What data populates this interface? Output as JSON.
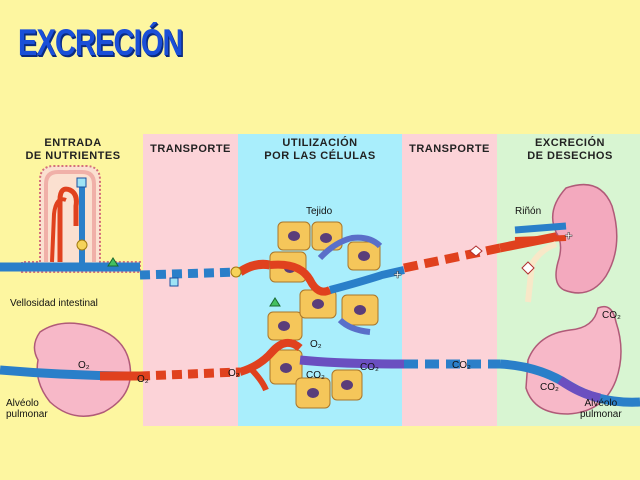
{
  "title": "EXCRECIÓN",
  "columns": {
    "entrada": "ENTRADA\nDE NUTRIENTES",
    "transporte_1": "TRANSPORTE",
    "utilizacion": "UTILIZACIÓN\nPOR LAS CÉLULAS",
    "transporte_2": "TRANSPORTE",
    "excrecion": "EXCRECIÓN\nDE DESECHOS"
  },
  "labels": {
    "tejido": "Tejido",
    "rinon": "Riñón",
    "vellosidad": "Vellosidad intestinal",
    "alveolo_left": "Alvéolo\npulmonar",
    "alveolo_right": "Alvéolo\npulmonar",
    "o2_left_alveolo": "O₂",
    "o2_vessel_1": "O₂",
    "o2_vessel_2": "O₂",
    "o2_tissue": "O₂",
    "co2_tissue_1": "CO₂",
    "co2_tissue_2": "CO₂",
    "co2_transport": "CO₂",
    "co2_right_alveolo": "CO₂",
    "co2_right_top": "CO₂"
  },
  "colors": {
    "background": "#fdf6a0",
    "title": "#1a4fd8",
    "artery": "#e0411e",
    "vein": "#2a7fc9",
    "transport_band": "#fcd3d8",
    "tissue_band": "#a9eefc",
    "excretion_band": "#d8f5d2",
    "cell": "#f5c65a",
    "nucleus": "#5a3d7a",
    "alveolus": "#f7b8c8",
    "kidney": "#f3a9be"
  }
}
